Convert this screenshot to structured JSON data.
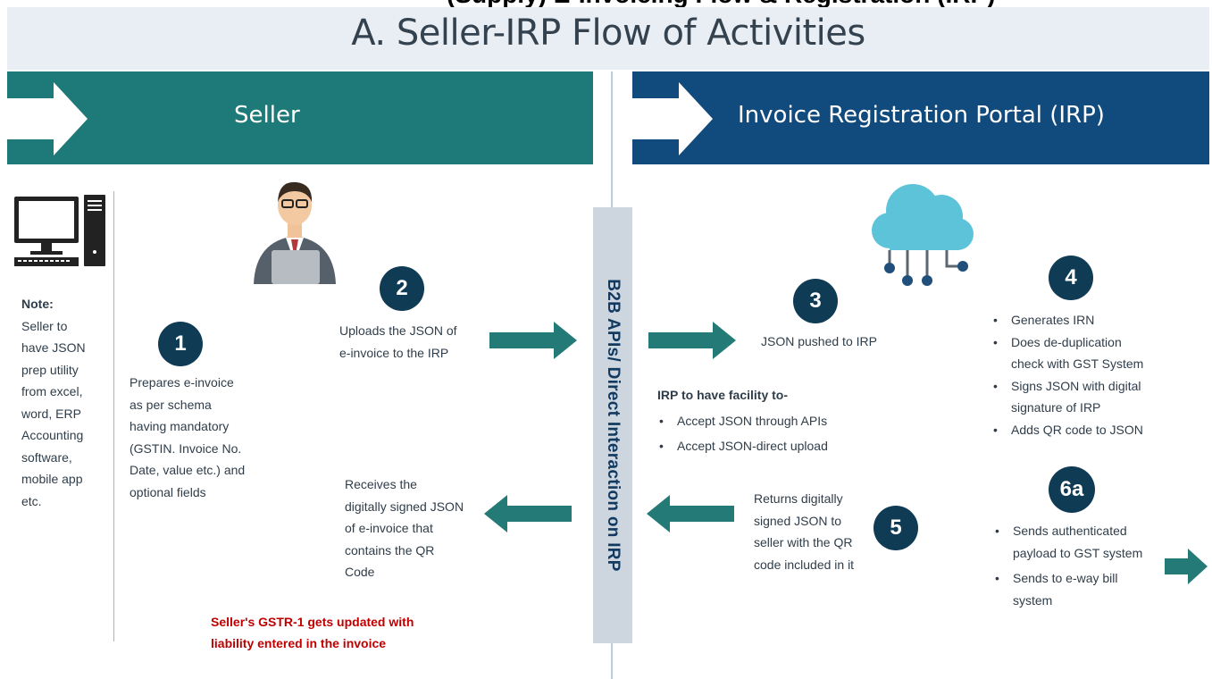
{
  "top_cutoff_text": "(Supply) E-Invoicing Flow & Registration (IRP)",
  "title": "A. Seller-IRP Flow of Activities",
  "seller_label": "Seller",
  "irp_label": "Invoice Registration Portal (IRP)",
  "api_label": "B2B APIs/ Direct Interaction on IRP",
  "note": {
    "title": "Note:",
    "lines": [
      "Seller to",
      "have JSON",
      "prep utility",
      "from excel,",
      "word, ERP",
      "Accounting",
      "software,",
      "mobile app",
      "etc."
    ]
  },
  "steps": {
    "s1": {
      "num": "1",
      "lines": [
        "Prepares e-invoice",
        "as per schema",
        "having mandatory",
        "(GSTIN. Invoice No.",
        "Date, value etc.) and",
        "optional fields"
      ]
    },
    "s2": {
      "num": "2",
      "lines": [
        "Uploads the JSON of",
        "e-invoice to the IRP"
      ]
    },
    "s3": {
      "num": "3",
      "text": "JSON pushed to IRP"
    },
    "s4": {
      "num": "4",
      "items": [
        "Generates IRN",
        "Does de-duplication check with GST System",
        "Signs JSON with digital signature of IRP",
        "Adds QR code to JSON"
      ]
    },
    "s5": {
      "num": "5",
      "lines": [
        "Returns digitally",
        "signed JSON to",
        "seller with the QR",
        "code included in it"
      ]
    },
    "s6a": {
      "num": "6a",
      "items": [
        "Sends authenticated payload to GST system",
        "Sends to e-way bill system"
      ]
    }
  },
  "irp_facility": {
    "title": "IRP to have facility to-",
    "items": [
      "Accept JSON through APIs",
      "Accept JSON-direct upload"
    ]
  },
  "receives_lines": [
    "Receives the",
    "digitally signed JSON",
    "of e-invoice that",
    "contains the QR",
    "Code"
  ],
  "gstr_lines": [
    "Seller's GSTR-1 gets updated with",
    "liability entered in the invoice"
  ],
  "colors": {
    "seller": "#1e7a78",
    "irp": "#114a7c",
    "arrow": "#247a76",
    "circle": "#0f3b55",
    "highlight": "#c00000"
  }
}
